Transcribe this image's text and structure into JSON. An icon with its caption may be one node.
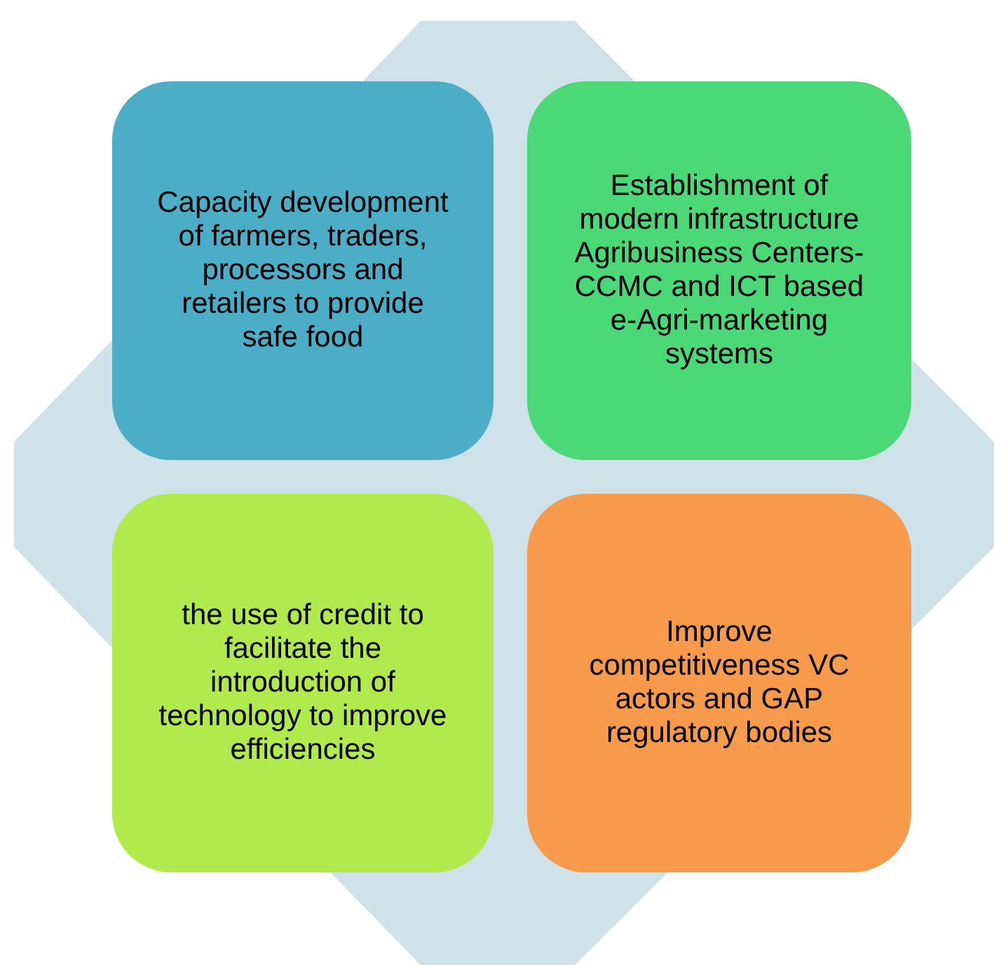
{
  "diagram": {
    "nodes": [
      {
        "text": [
          "Capacity development of farmers, traders, processors and retailers to provide safe food"
        ]
      },
      {
        "text": [
          "Establishment of modern infrastructure Agribusiness Centers- CCMC and ICT based e-Agri-marketing systems"
        ]
      },
      {
        "text": [
          "the use of credit to facilitate the introduction of technology to improve efficiencies"
        ]
      },
      {
        "text": [
          "Improve competitiveness VC actors and GAP regulatory bodies"
        ]
      }
    ]
  }
}
